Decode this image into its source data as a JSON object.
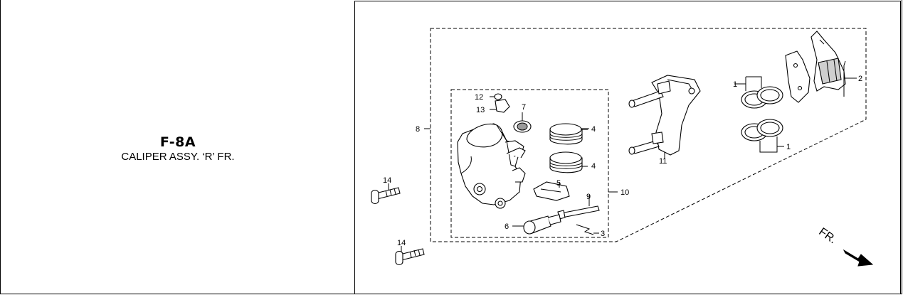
{
  "figure": {
    "code": "F-8A",
    "name": "CALIPER ASSY. ‘R’ FR."
  },
  "callouts": {
    "c1a": "1",
    "c1b": "1",
    "c2": "2",
    "c3": "3",
    "c4a": "4",
    "c4b": "4",
    "c5": "5",
    "c6": "6",
    "c7": "7",
    "c8": "8",
    "c9": "9",
    "c10": "10",
    "c11": "11",
    "c12": "12",
    "c13": "13",
    "c14a": "14",
    "c14b": "14"
  },
  "direction_label": "FR.",
  "colors": {
    "line": "#000000",
    "shade": "#cfcfcf",
    "dark_shade": "#9a9a9a",
    "background": "#ffffff"
  }
}
